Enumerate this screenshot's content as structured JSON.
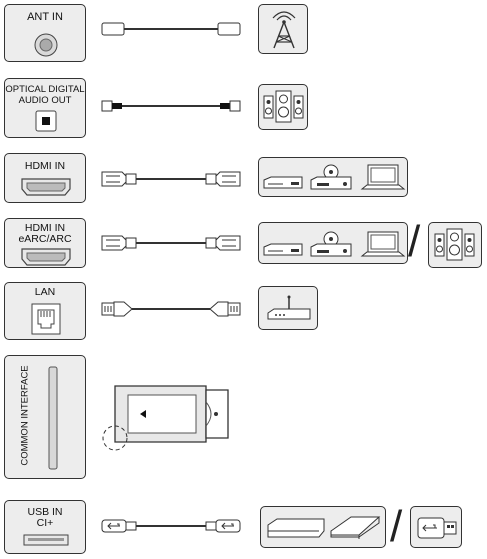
{
  "rows": [
    {
      "id": "ant",
      "port_label": "ANT IN"
    },
    {
      "id": "optical",
      "port_label": "OPTICAL DIGITAL\nAUDIO OUT"
    },
    {
      "id": "hdmi",
      "port_label": "HDMI IN"
    },
    {
      "id": "earc",
      "port_label": "HDMI IN\neARC/ARC"
    },
    {
      "id": "lan",
      "port_label": "LAN"
    },
    {
      "id": "ci",
      "port_label": "COMMON INTERFACE"
    },
    {
      "id": "usb",
      "port_label": "USB IN\nCI+"
    }
  ],
  "separators": [
    "/",
    "/"
  ],
  "icons": [
    "antenna-tower-icon",
    "speaker-system-icon",
    "dvd-player-icon",
    "disc-player-icon",
    "laptop-icon",
    "router-icon",
    "ci-module-card-icon",
    "usb-plug-icon",
    "set-top-box-icon",
    "external-hdd-icon",
    "usb-stick-icon"
  ]
}
